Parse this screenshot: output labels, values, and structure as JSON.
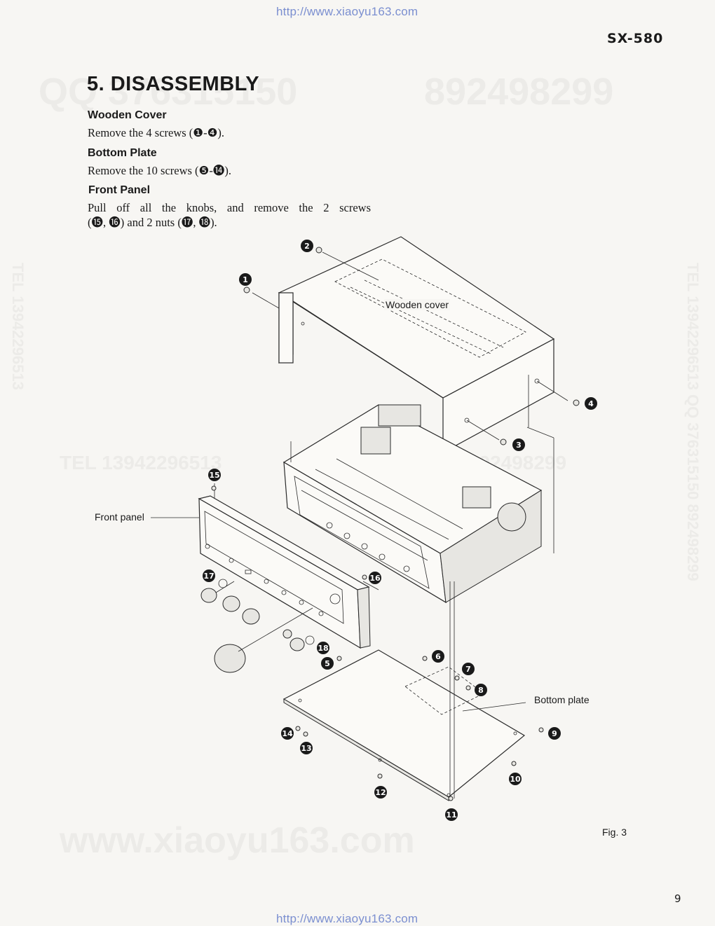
{
  "header": {
    "url_top": "http://www.xiaoyu163.com",
    "model": "SX-580"
  },
  "section": {
    "title": "5. DISASSEMBLY",
    "blocks": [
      {
        "heading": "Wooden Cover",
        "text": "Remove the 4 screws (❶-❹)."
      },
      {
        "heading": "Bottom Plate",
        "text": "Remove the 10 screws (❺-⓮)."
      },
      {
        "heading": "Front Panel",
        "text_line1": "Pull off all the knobs, and remove the 2 screws",
        "text_line2": "(⓯, ⓰) and 2 nuts (⓱, ⓲)."
      }
    ]
  },
  "diagram": {
    "labels": {
      "wooden_cover": "Wooden cover",
      "front_panel": "Front panel",
      "bottom_plate": "Bottom plate"
    },
    "callouts": [
      "1",
      "2",
      "3",
      "4",
      "5",
      "6",
      "7",
      "8",
      "9",
      "10",
      "11",
      "12",
      "13",
      "14",
      "15",
      "16",
      "17",
      "18"
    ],
    "figure": "Fig. 3"
  },
  "watermarks": {
    "qq1": "QQ 376315150",
    "qq2": "892498299",
    "tel_mid": "TEL 13942296513",
    "qq_mid": "376315150 892498299",
    "tel_right": "TEL 13942296513 QQ 376315150 892498299",
    "tel_left": "TEL 13942296513",
    "www": "www.xiaoyu163.com"
  },
  "footer": {
    "page_number": "9",
    "url_bottom": "http://www.xiaoyu163.com"
  },
  "colors": {
    "url": "#7b8fd0",
    "ink": "#1a1a1a",
    "paper": "#f7f6f3",
    "watermark": "#ecebe8"
  }
}
